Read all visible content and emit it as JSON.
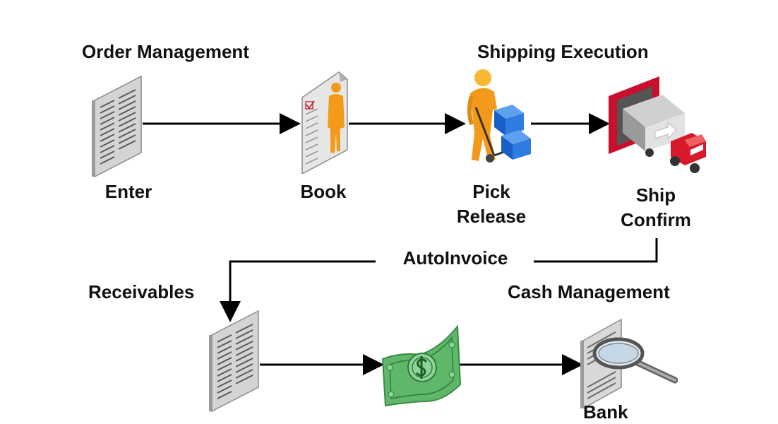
{
  "sections": {
    "order_management": "Order Management",
    "shipping_execution": "Shipping Execution",
    "receivables": "Receivables",
    "cash_management": "Cash Management"
  },
  "steps": {
    "enter": "Enter",
    "book": "Book",
    "pick_release": [
      "Pick",
      "Release"
    ],
    "ship_confirm": [
      "Ship",
      "Confirm"
    ],
    "autoinvoice": "AutoInvoice",
    "bank_partial": "Bank"
  },
  "icons": {
    "enter": "document-icon",
    "book": "person-document-icon",
    "pick_release": "person-hand-truck-icon",
    "ship_confirm": "truck-dock-icon",
    "receivables": "invoice-document-icon",
    "payment": "dollar-bill-icon",
    "bank": "magnifier-document-icon"
  },
  "colors": {
    "arrow": "#000000",
    "person": "#f39a1a",
    "boxes": "#1f6fd8",
    "truck": "#d7192a",
    "money": "#5fb86a"
  }
}
